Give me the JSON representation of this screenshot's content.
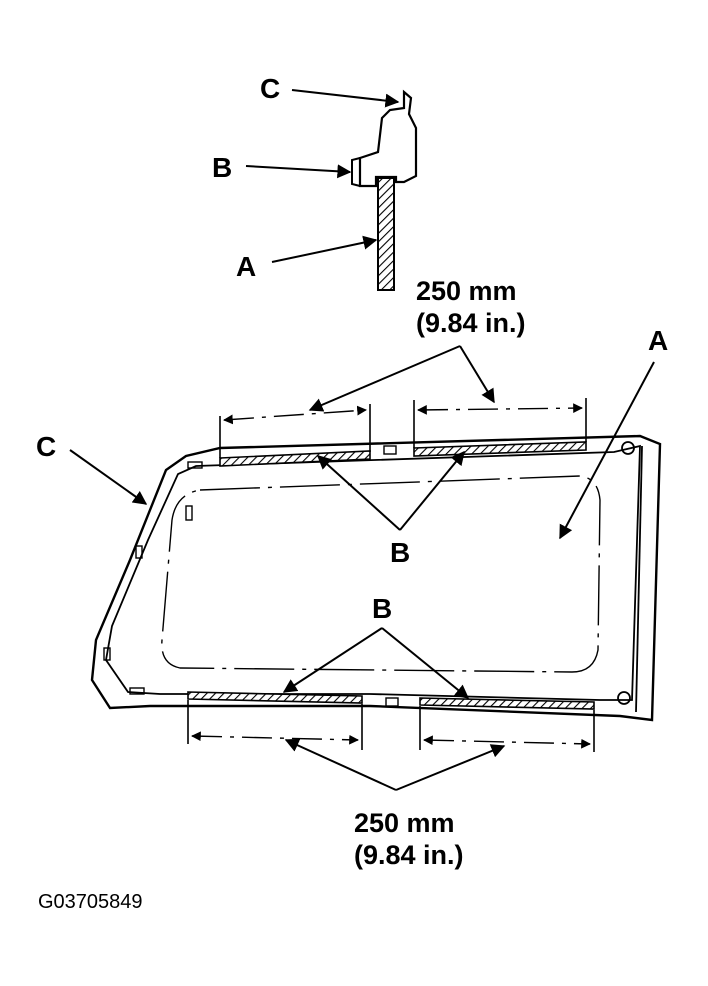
{
  "callouts": {
    "detail_c": "C",
    "detail_b": "B",
    "detail_a": "A",
    "main_c": "C",
    "main_a": "A",
    "main_b_upper": "B",
    "main_b_lower": "B"
  },
  "dimensions": {
    "top_mm": "250 mm",
    "top_in": "(9.84 in.)",
    "bottom_mm": "250 mm",
    "bottom_in": "(9.84 in.)"
  },
  "figure_code": "G03705849"
}
